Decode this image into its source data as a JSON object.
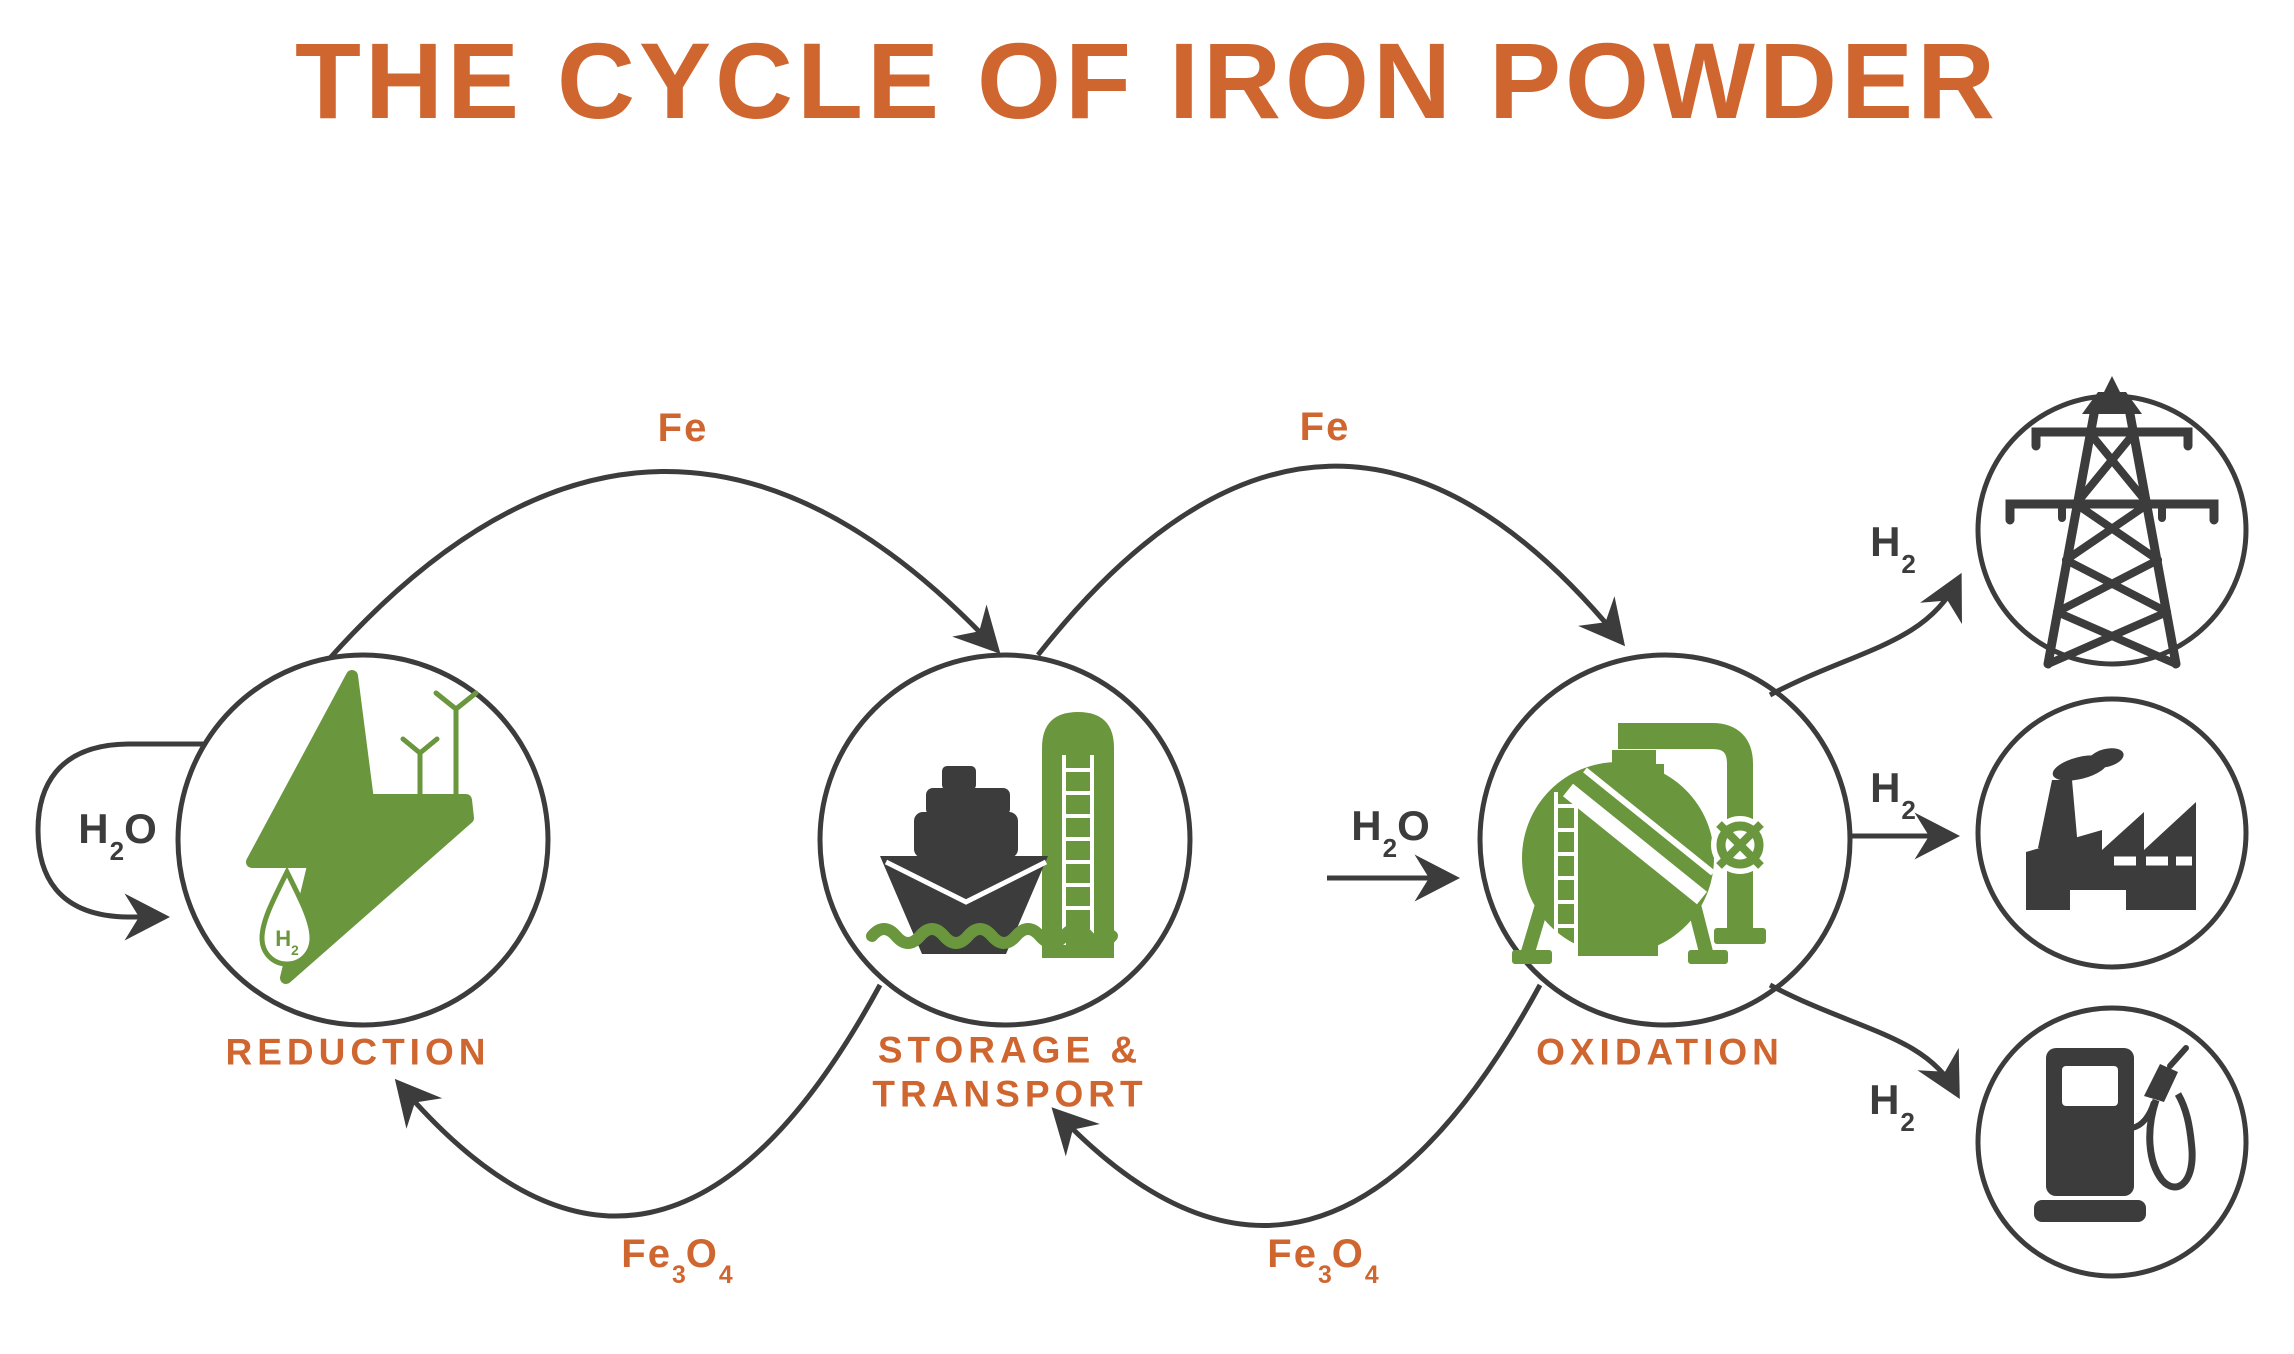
{
  "title": "THE CYCLE OF IRON POWDER",
  "colors": {
    "orange": "#D0662F",
    "green": "#6A973D",
    "dark": "#3C3C3C",
    "background": "#FFFFFF"
  },
  "stages": {
    "reduction": {
      "label": "REDUCTION",
      "icon": "green-power-bolt-icon"
    },
    "storage": {
      "label_line1": "STORAGE &",
      "label_line2": "TRANSPORT",
      "icon": "ship-and-silo-icon"
    },
    "oxidation": {
      "label": "OXIDATION",
      "icon": "steam-reactor-icon"
    }
  },
  "flows": {
    "fe_reduction_to_storage": {
      "base1": "Fe"
    },
    "fe_storage_to_oxidation": {
      "base1": "Fe"
    },
    "fe3o4_storage_to_reduction": {
      "base1": "Fe",
      "sub1": "3",
      "base2": "O",
      "sub2": "4"
    },
    "fe3o4_oxidation_to_storage": {
      "base1": "Fe",
      "sub1": "3",
      "base2": "O",
      "sub2": "4"
    },
    "h2o_loop_reduction": {
      "base1": "H",
      "sub1": "2",
      "base2": "O"
    },
    "h2o_into_oxidation": {
      "base1": "H",
      "sub1": "2",
      "base2": "O"
    },
    "h2_to_grid": {
      "base1": "H",
      "sub1": "2"
    },
    "h2_to_industry": {
      "base1": "H",
      "sub1": "2"
    },
    "h2_to_fuel_station": {
      "base1": "H",
      "sub1": "2"
    },
    "h2_droplet": {
      "base1": "H",
      "sub1": "2"
    }
  },
  "outputs": {
    "grid": {
      "icon": "transmission-tower-icon"
    },
    "industry": {
      "icon": "factory-icon"
    },
    "fuel_station": {
      "icon": "fuel-pump-icon"
    }
  }
}
